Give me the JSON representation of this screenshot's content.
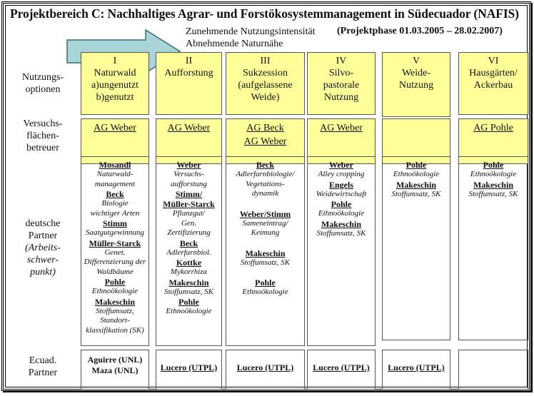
{
  "title": "Projektbereich C: Nachhaltiges Agrar- und Forstökosystemmanagement in Südecuador (NAFIS)",
  "arrow": {
    "icon": "right-arrow-icon",
    "color": "#a8d6d8"
  },
  "subtitle": {
    "line1": "Zunehmende Nutzungsintensität",
    "line2": "Abnehmende Naturnähe"
  },
  "phase": "(Projektphase 01.03.2005 – 28.02.2007)",
  "row_labels": {
    "options": [
      "Nutzungs-",
      "optionen"
    ],
    "sites": [
      "Versuchs-",
      "flächen-",
      "betreuer"
    ],
    "partners": [
      "deutsche",
      "Partner",
      "(Arbeits-",
      "schwer-",
      "punkt)"
    ],
    "ecuad": [
      "Ecuad.",
      "Partner"
    ]
  },
  "colors": {
    "yellow": "#ffff99"
  },
  "columns": [
    {
      "options": [
        "I",
        "Naturwald",
        "a)ungenutzt",
        "b)genutzt"
      ],
      "sites": [
        "AG Weber"
      ],
      "partners": [
        {
          "name": "Mosandl",
          "desc": "Naturwald-\nmanagement"
        },
        {
          "name": "Beck",
          "desc": "Biologie\nwichtiger Arten"
        },
        {
          "name": "Stimm",
          "desc": "Saatgutgewinnung"
        },
        {
          "name": "Müller-Starck",
          "desc": "Genet.\nDifferenzierung der\nWaldbäume"
        },
        {
          "name": "Pohle",
          "desc": "Ethnoökologie"
        },
        {
          "name": "Makeschin",
          "desc": "Stoffumsatz,\nStandort-\nklassifikation (SK)"
        }
      ],
      "ecuad": [
        "Aguirre (UNL)",
        "Maza (UNL)"
      ]
    },
    {
      "options": [
        "II",
        "Aufforstung"
      ],
      "sites": [
        "AG Weber"
      ],
      "partners": [
        {
          "name": "Weber",
          "desc": "Versuchs-\naufforstung"
        },
        {
          "name": "Stimm/\nMüller-Starck",
          "desc": "Pflanzgut/\nGen.\nZertifizierung"
        },
        {
          "name": "Beck",
          "desc": "Adlerfarnbiol."
        },
        {
          "name": "Kottke",
          "desc": "Mykorrhiza"
        },
        {
          "name": "Makeschin",
          "desc": "Stoffumsatz, SK"
        },
        {
          "name": "Pohle",
          "desc": "Ethnoökologie"
        }
      ],
      "ecuad": [
        "Lucero (UTPL)"
      ]
    },
    {
      "options": [
        "III",
        "Sukzession",
        "(aufgelassene",
        "Weide)"
      ],
      "sites": [
        "AG Beck",
        "AG Weber"
      ],
      "partners": [
        {
          "name": "Beck",
          "desc": "Adlerfarnbiologie/\nVegetations-\ndynamik"
        },
        {
          "name": "Weber/Stimm",
          "desc": "Sameneintrag/\nKeimung"
        },
        {
          "name": "Makeschin",
          "desc": "Stoffumsatz, SK"
        },
        {
          "name": "Pohle",
          "desc": "Ethnoökologie"
        }
      ],
      "ecuad": [
        "Lucero (UTPL)"
      ]
    },
    {
      "options": [
        "IV",
        "Silvo-",
        "pastorale",
        "Nutzung"
      ],
      "sites": [
        "AG Weber"
      ],
      "partners": [
        {
          "name": "Weber",
          "desc": "Alley cropping"
        },
        {
          "name": "Engels",
          "desc": "Weidewirtschaft"
        },
        {
          "name": "Pohle",
          "desc": "Ethnoökologie"
        },
        {
          "name": "Makeschin",
          "desc": "Stoffumsatz, SK"
        }
      ],
      "ecuad": [
        "Lucero (UTPL)"
      ]
    },
    {
      "options": [
        "V",
        "Weide-",
        "Nutzung"
      ],
      "sites": [],
      "partners": [
        {
          "name": "Pohle",
          "desc": "Ethnoökologie"
        },
        {
          "name": "Makeschin",
          "desc": "Stoffumsatz, SK"
        }
      ],
      "ecuad": [
        "Lucero (UTPL)"
      ]
    },
    {
      "options": [
        "VI",
        "Hausgärten/",
        "Ackerbau"
      ],
      "sites": [
        "AG Pohle"
      ],
      "partners": [
        {
          "name": "Pohle",
          "desc": "Ethnoökologie"
        },
        {
          "name": "Makeschin",
          "desc": "Stoffumsatz, SK"
        }
      ],
      "ecuad": []
    }
  ]
}
